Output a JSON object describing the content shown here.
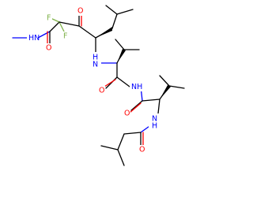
{
  "molecule": {
    "atom_labels": {
      "n_methylamide": "N",
      "n_methylamide_h": "H",
      "f_upper": "F",
      "f_lower": "F",
      "o_ketone": "O",
      "o_amide_left": "O",
      "n_valine_upper": "N",
      "n_valine_upper_h": "H",
      "o_amide_mid": "O",
      "n_imide": "N",
      "n_imide_h": "H",
      "o_amide_right": "O",
      "n_valine_lower": "N",
      "n_valine_lower_h": "H",
      "o_isovaleryl": "O"
    },
    "colors": {
      "carbon": "#000000",
      "oxygen": "#ff0000",
      "nitrogen": "#0000ff",
      "fluorine": "#7fb24a"
    }
  }
}
